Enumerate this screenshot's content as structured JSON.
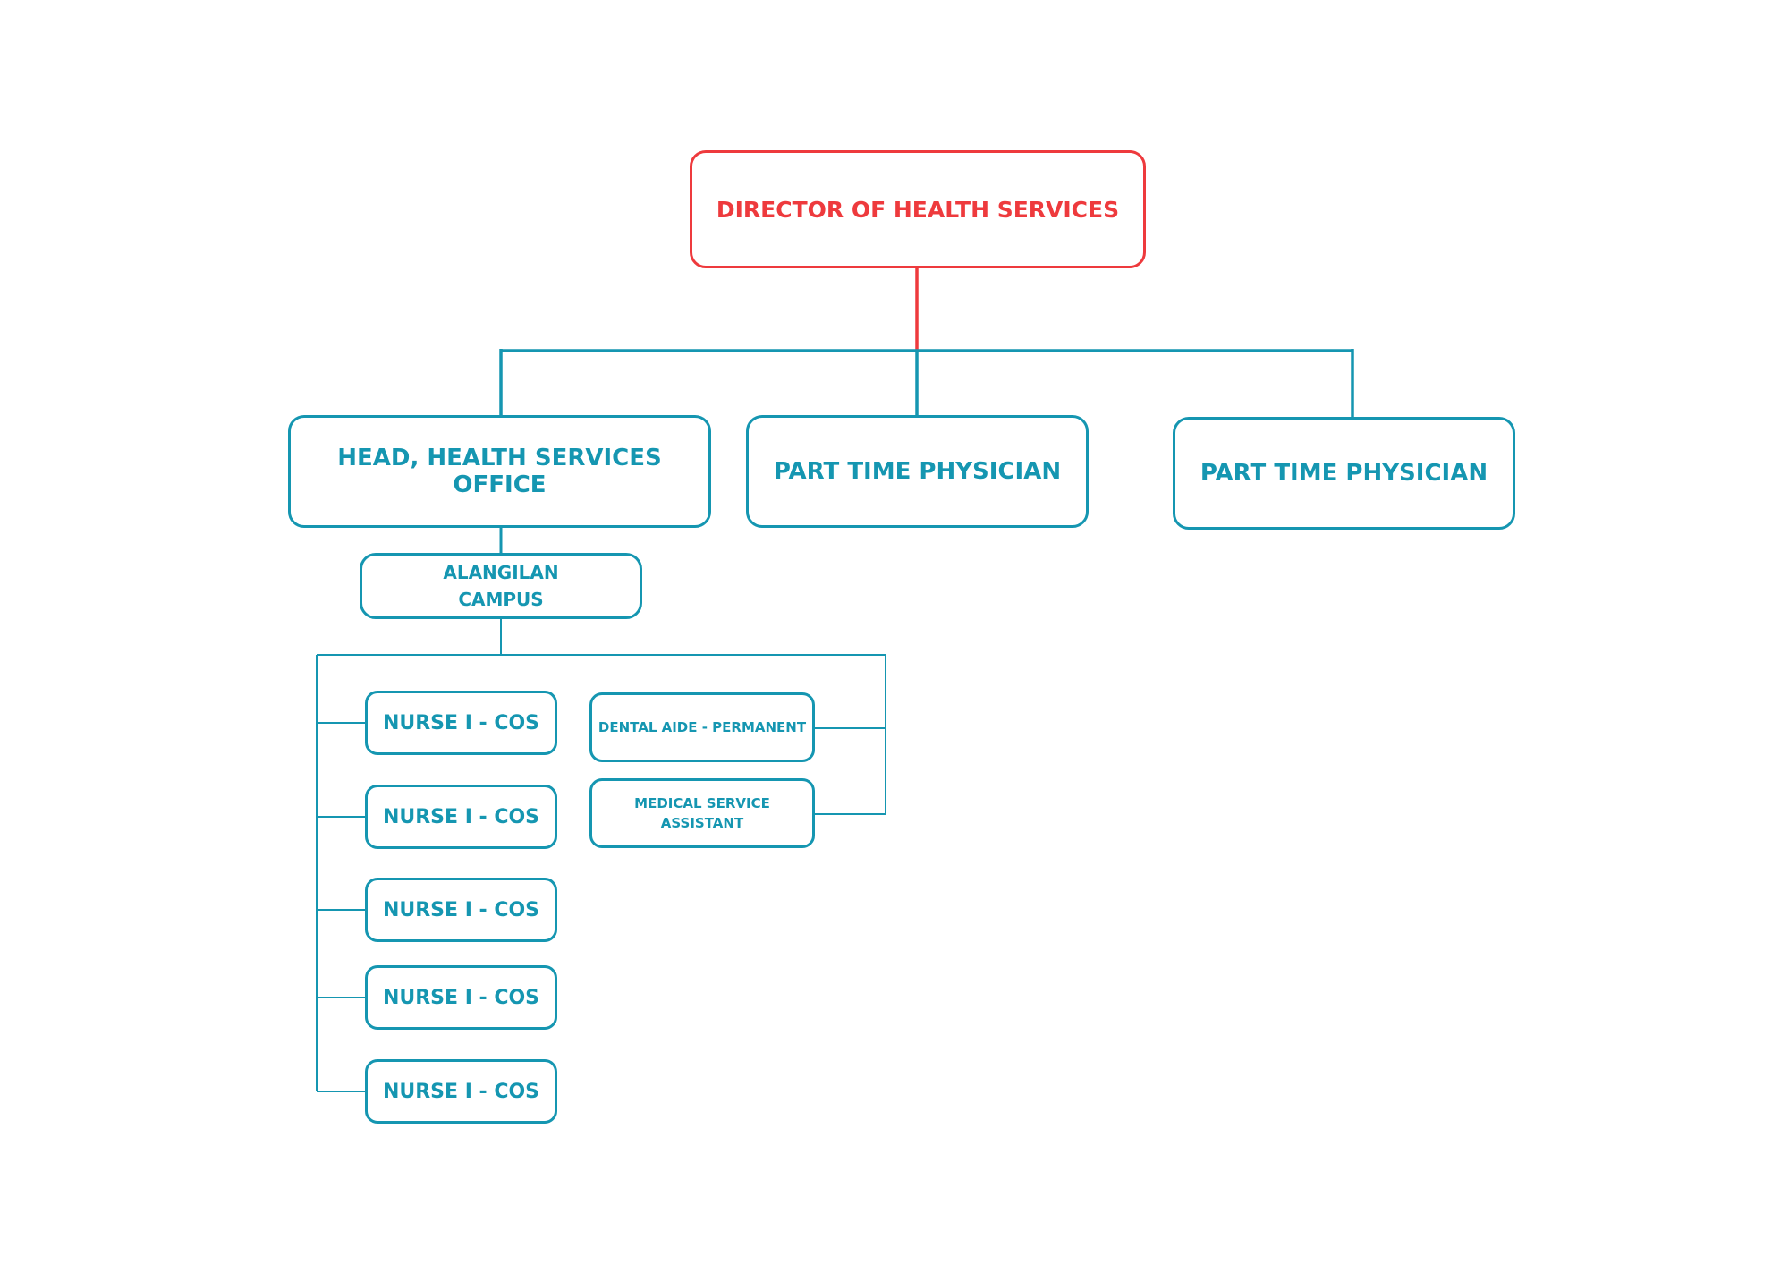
{
  "colors": {
    "accent": "#1596b1",
    "director": "#ee3a3d",
    "background": "#ffffff"
  },
  "director": {
    "label": "DIRECTOR OF HEALTH SERVICES"
  },
  "level2": {
    "head": "HEAD, HEALTH SERVICES OFFICE",
    "physician_1": "PART TIME PHYSICIAN",
    "physician_2": "PART TIME PHYSICIAN"
  },
  "campus": {
    "line1": "ALANGILAN",
    "line2": "CAMPUS"
  },
  "nurses": [
    "NURSE I - COS",
    "NURSE I - COS",
    "NURSE I - COS",
    "NURSE I - COS",
    "NURSE I - COS"
  ],
  "support": {
    "dental": "DENTAL AIDE - PERMANENT",
    "medical_line1": "MEDICAL SERVICE",
    "medical_line2": "ASSISTANT"
  }
}
